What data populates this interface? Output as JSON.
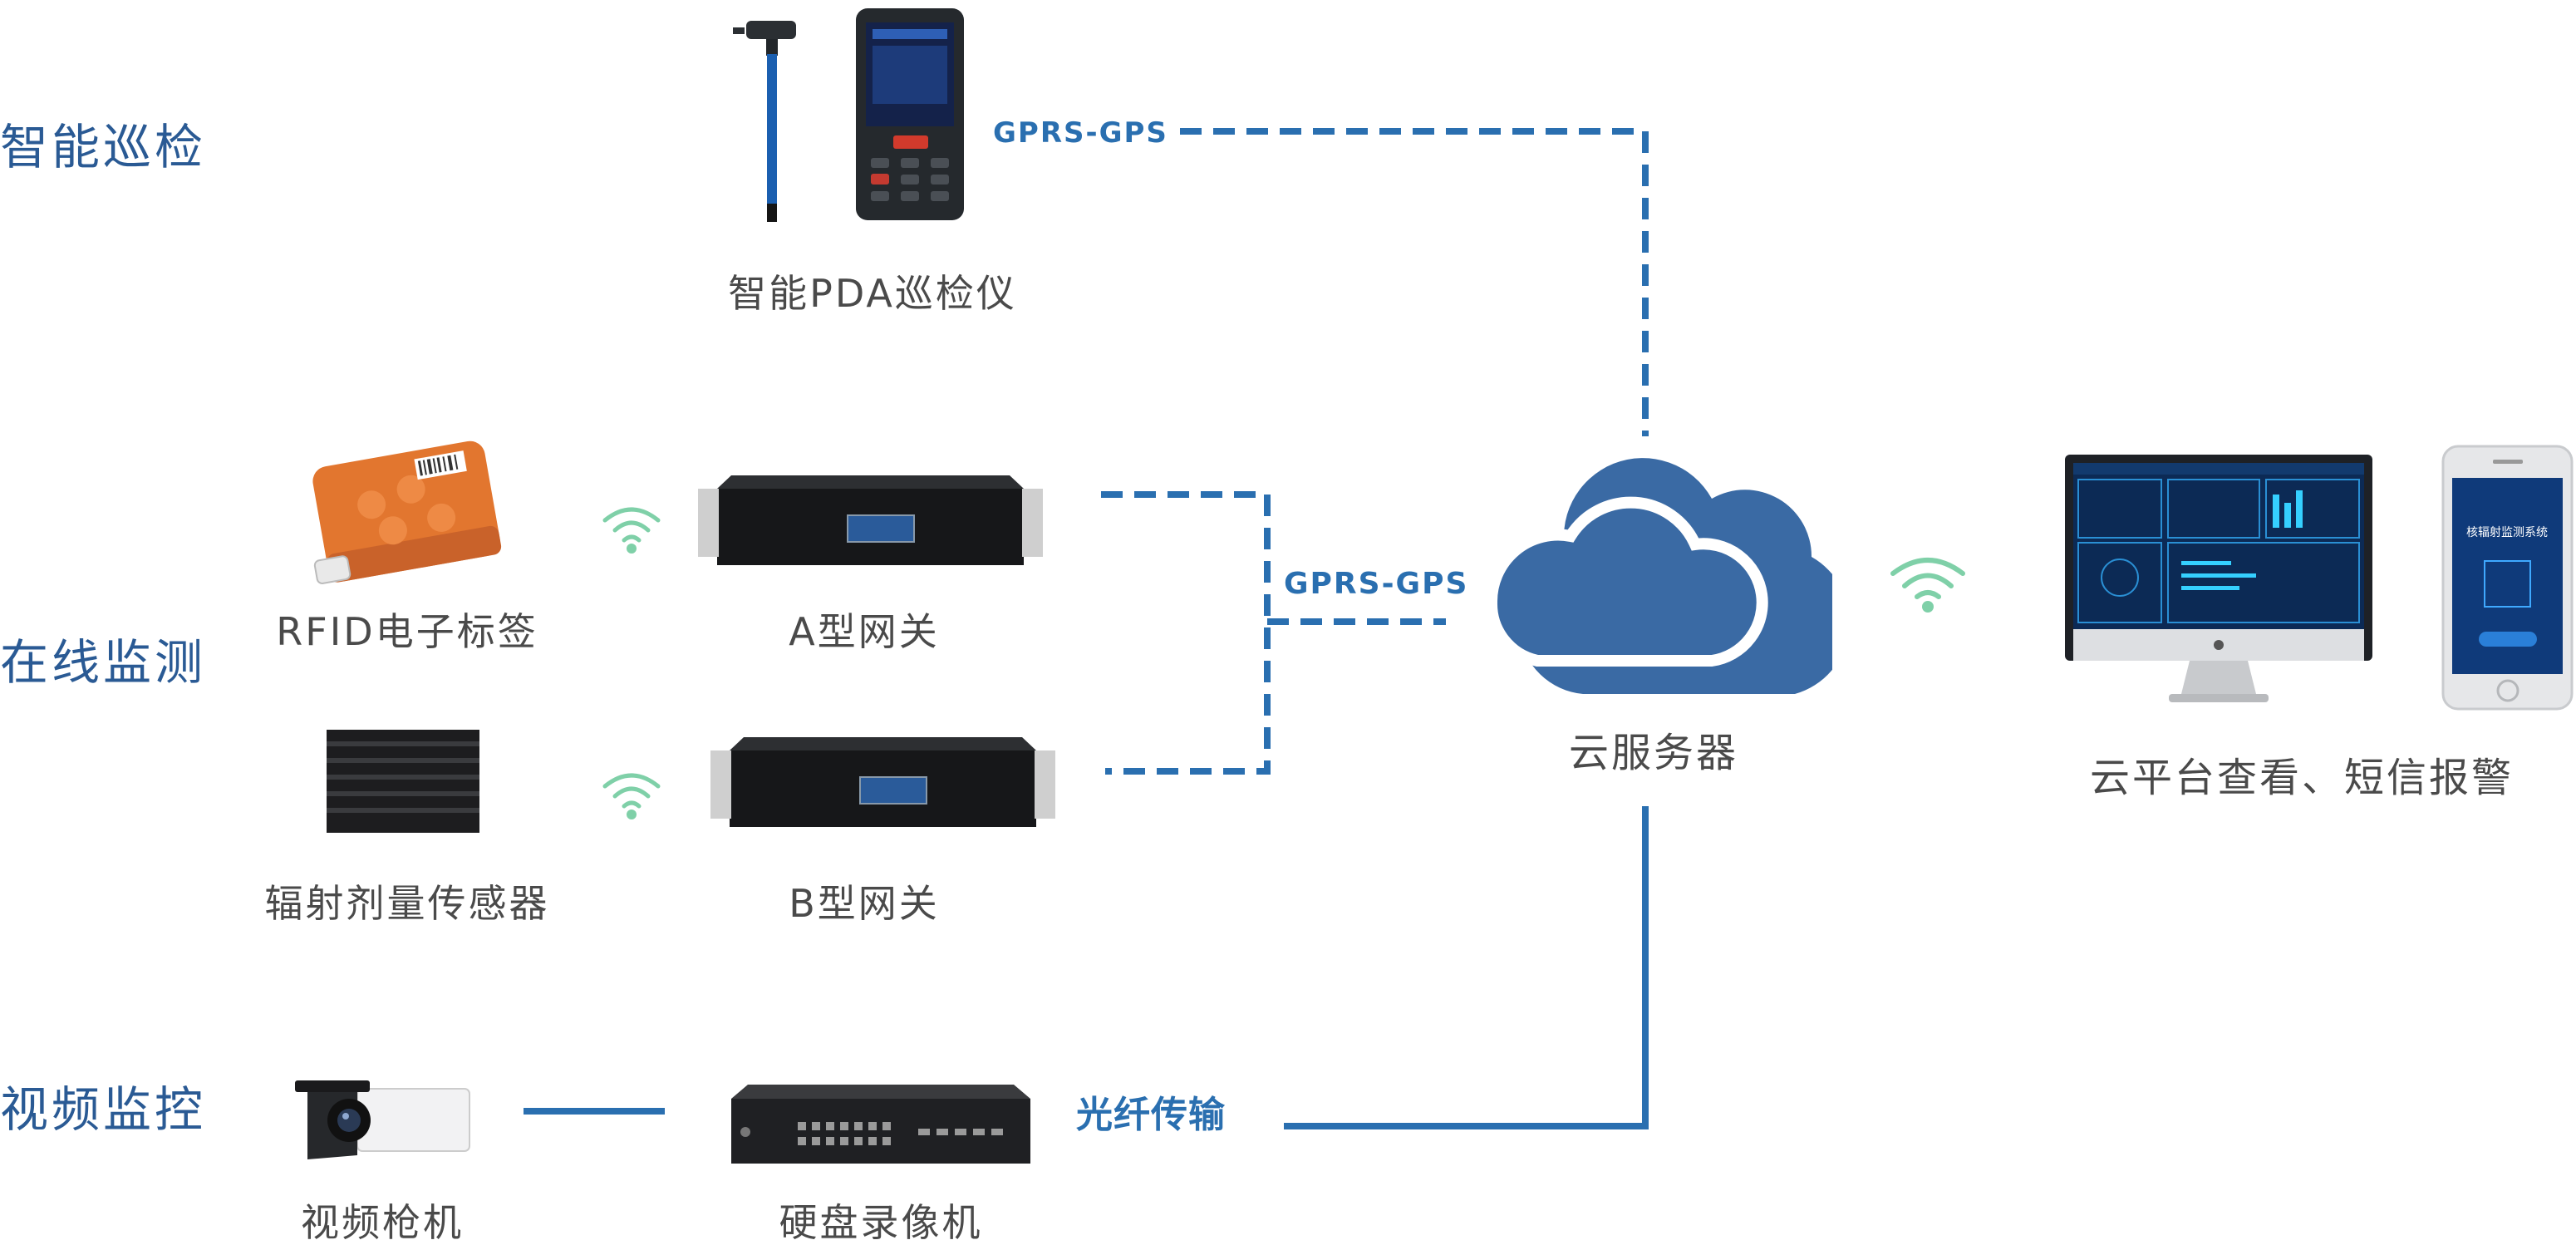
{
  "categories": {
    "inspection": "智能巡检",
    "monitoring": "在线监测",
    "video": "视频监控"
  },
  "devices": {
    "pda": "智能PDA巡检仪",
    "rfid": "RFID电子标签",
    "gateway_a": "A型网关",
    "sensor": "辐射剂量传感器",
    "gateway_b": "B型网关",
    "camera": "视频枪机",
    "nvr": "硬盘录像机",
    "cloud": "云服务器",
    "platform": "云平台查看、短信报警"
  },
  "links": {
    "pda_gprs": "GPRS-GPS",
    "gateway_gprs": "GPRS-GPS",
    "fiber": "光纤传输"
  },
  "screens": {
    "phone_title": "核辐射监测系统"
  },
  "colors": {
    "category_text": "#2a5a94",
    "link_line": "#2a6fb0",
    "cloud": "#3a6aa4",
    "wifi": "#7fd0a8"
  }
}
